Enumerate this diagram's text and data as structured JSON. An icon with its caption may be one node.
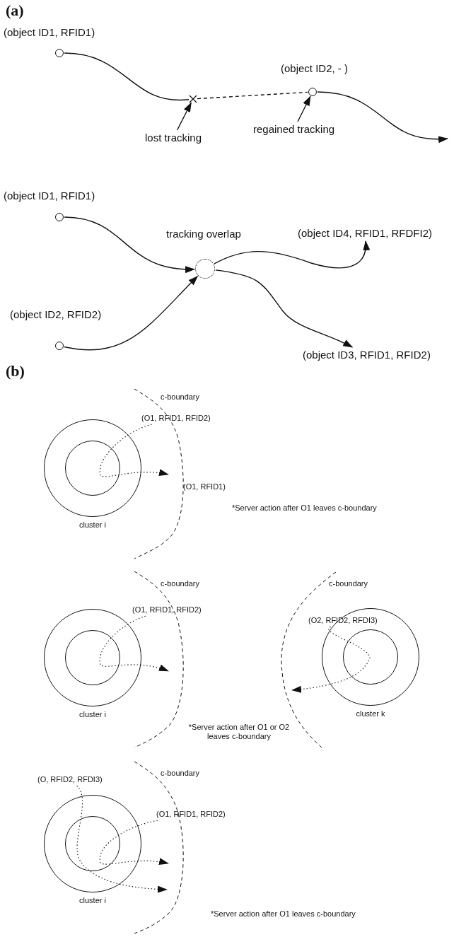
{
  "diagram": {
    "nodes": [
      {
        "text": [],
        "shape": "circle",
        "beside": [
          "(object ID1, RFID1)"
        ]
      },
      {
        "text": [],
        "shape": "cross"
      },
      {
        "text": [],
        "shape": "circle",
        "beside": [
          "(object ID2, - )"
        ]
      },
      {
        "text": [
          "lost tracking"
        ]
      },
      {
        "text": [
          "regained tracking"
        ]
      },
      {
        "text": [],
        "shape": "circle",
        "beside": [
          "(object ID1, RFID1)"
        ]
      },
      {
        "text": [],
        "shape": "circle",
        "beside": [
          "(object ID2, RFID2)"
        ]
      },
      {
        "text": [],
        "shape": "circle",
        "beside": [
          "tracking overlap"
        ]
      },
      {
        "text": [
          "(object ID4, RFID1, RFDFI2)"
        ]
      },
      {
        "text": [
          "(object ID3, RFID1, RFID2)"
        ]
      },
      {
        "text": [
          "cluster i"
        ]
      },
      {
        "text": [],
        "shape": "circle",
        "in": 10
      },
      {
        "text": [
          "(O1, RFID1, RFID2)"
        ]
      },
      {
        "text": [
          "cluster i"
        ]
      },
      {
        "text": [],
        "shape": "circle",
        "in": 13
      },
      {
        "text": [
          "(O1, RFID1, RFID2)"
        ]
      },
      {
        "text": [
          "cluster k"
        ]
      },
      {
        "text": [],
        "shape": "circle",
        "in": 16
      },
      {
        "text": [
          "(O2, RFID2, RFDI3)"
        ]
      },
      {
        "text": [
          "cluster i"
        ]
      },
      {
        "text": [],
        "shape": "circle",
        "in": 19
      },
      {
        "text": [
          "(O, RFID2, RFDI3)"
        ]
      },
      {
        "text": [
          "(O1, RFID1, RFID2)"
        ]
      }
    ],
    "edges": [
      {
        "from": 0,
        "to": 1,
        "arrow": "none"
      },
      {
        "from": 1,
        "to": 2,
        "arrow": "none",
        "style": "dashed"
      },
      {
        "from": 2,
        "to": null,
        "arrow": "to"
      },
      {
        "from": 3,
        "to": 1,
        "arrow": "to"
      },
      {
        "from": 4,
        "to": 2,
        "arrow": "to"
      },
      {
        "from": 5,
        "to": 7,
        "arrow": "to"
      },
      {
        "from": 6,
        "to": 7,
        "arrow": "to"
      },
      {
        "from": 7,
        "to": 8,
        "arrow": "to"
      },
      {
        "from": 7,
        "to": 9,
        "arrow": "to"
      },
      {
        "from": 12,
        "to": null,
        "arrow": "to",
        "style": "dashed"
      },
      {
        "from": 15,
        "to": null,
        "arrow": "to",
        "style": "dashed"
      },
      {
        "from": 18,
        "to": null,
        "arrow": "to",
        "style": "dashed"
      },
      {
        "from": 21,
        "to": null,
        "arrow": "to",
        "style": "dashed"
      },
      {
        "from": 22,
        "to": null,
        "arrow": "to",
        "style": "dashed"
      }
    ],
    "labels": [
      "(a)",
      "(b)",
      "c-boundary",
      "(O1, RFID1)",
      "*Server action after O1 leaves c-boundary",
      "c-boundary",
      "c-boundary",
      "*Server action after O1 or O2 leaves c-boundary",
      "c-boundary",
      "*Server action after O1 leaves c-boundary"
    ]
  }
}
